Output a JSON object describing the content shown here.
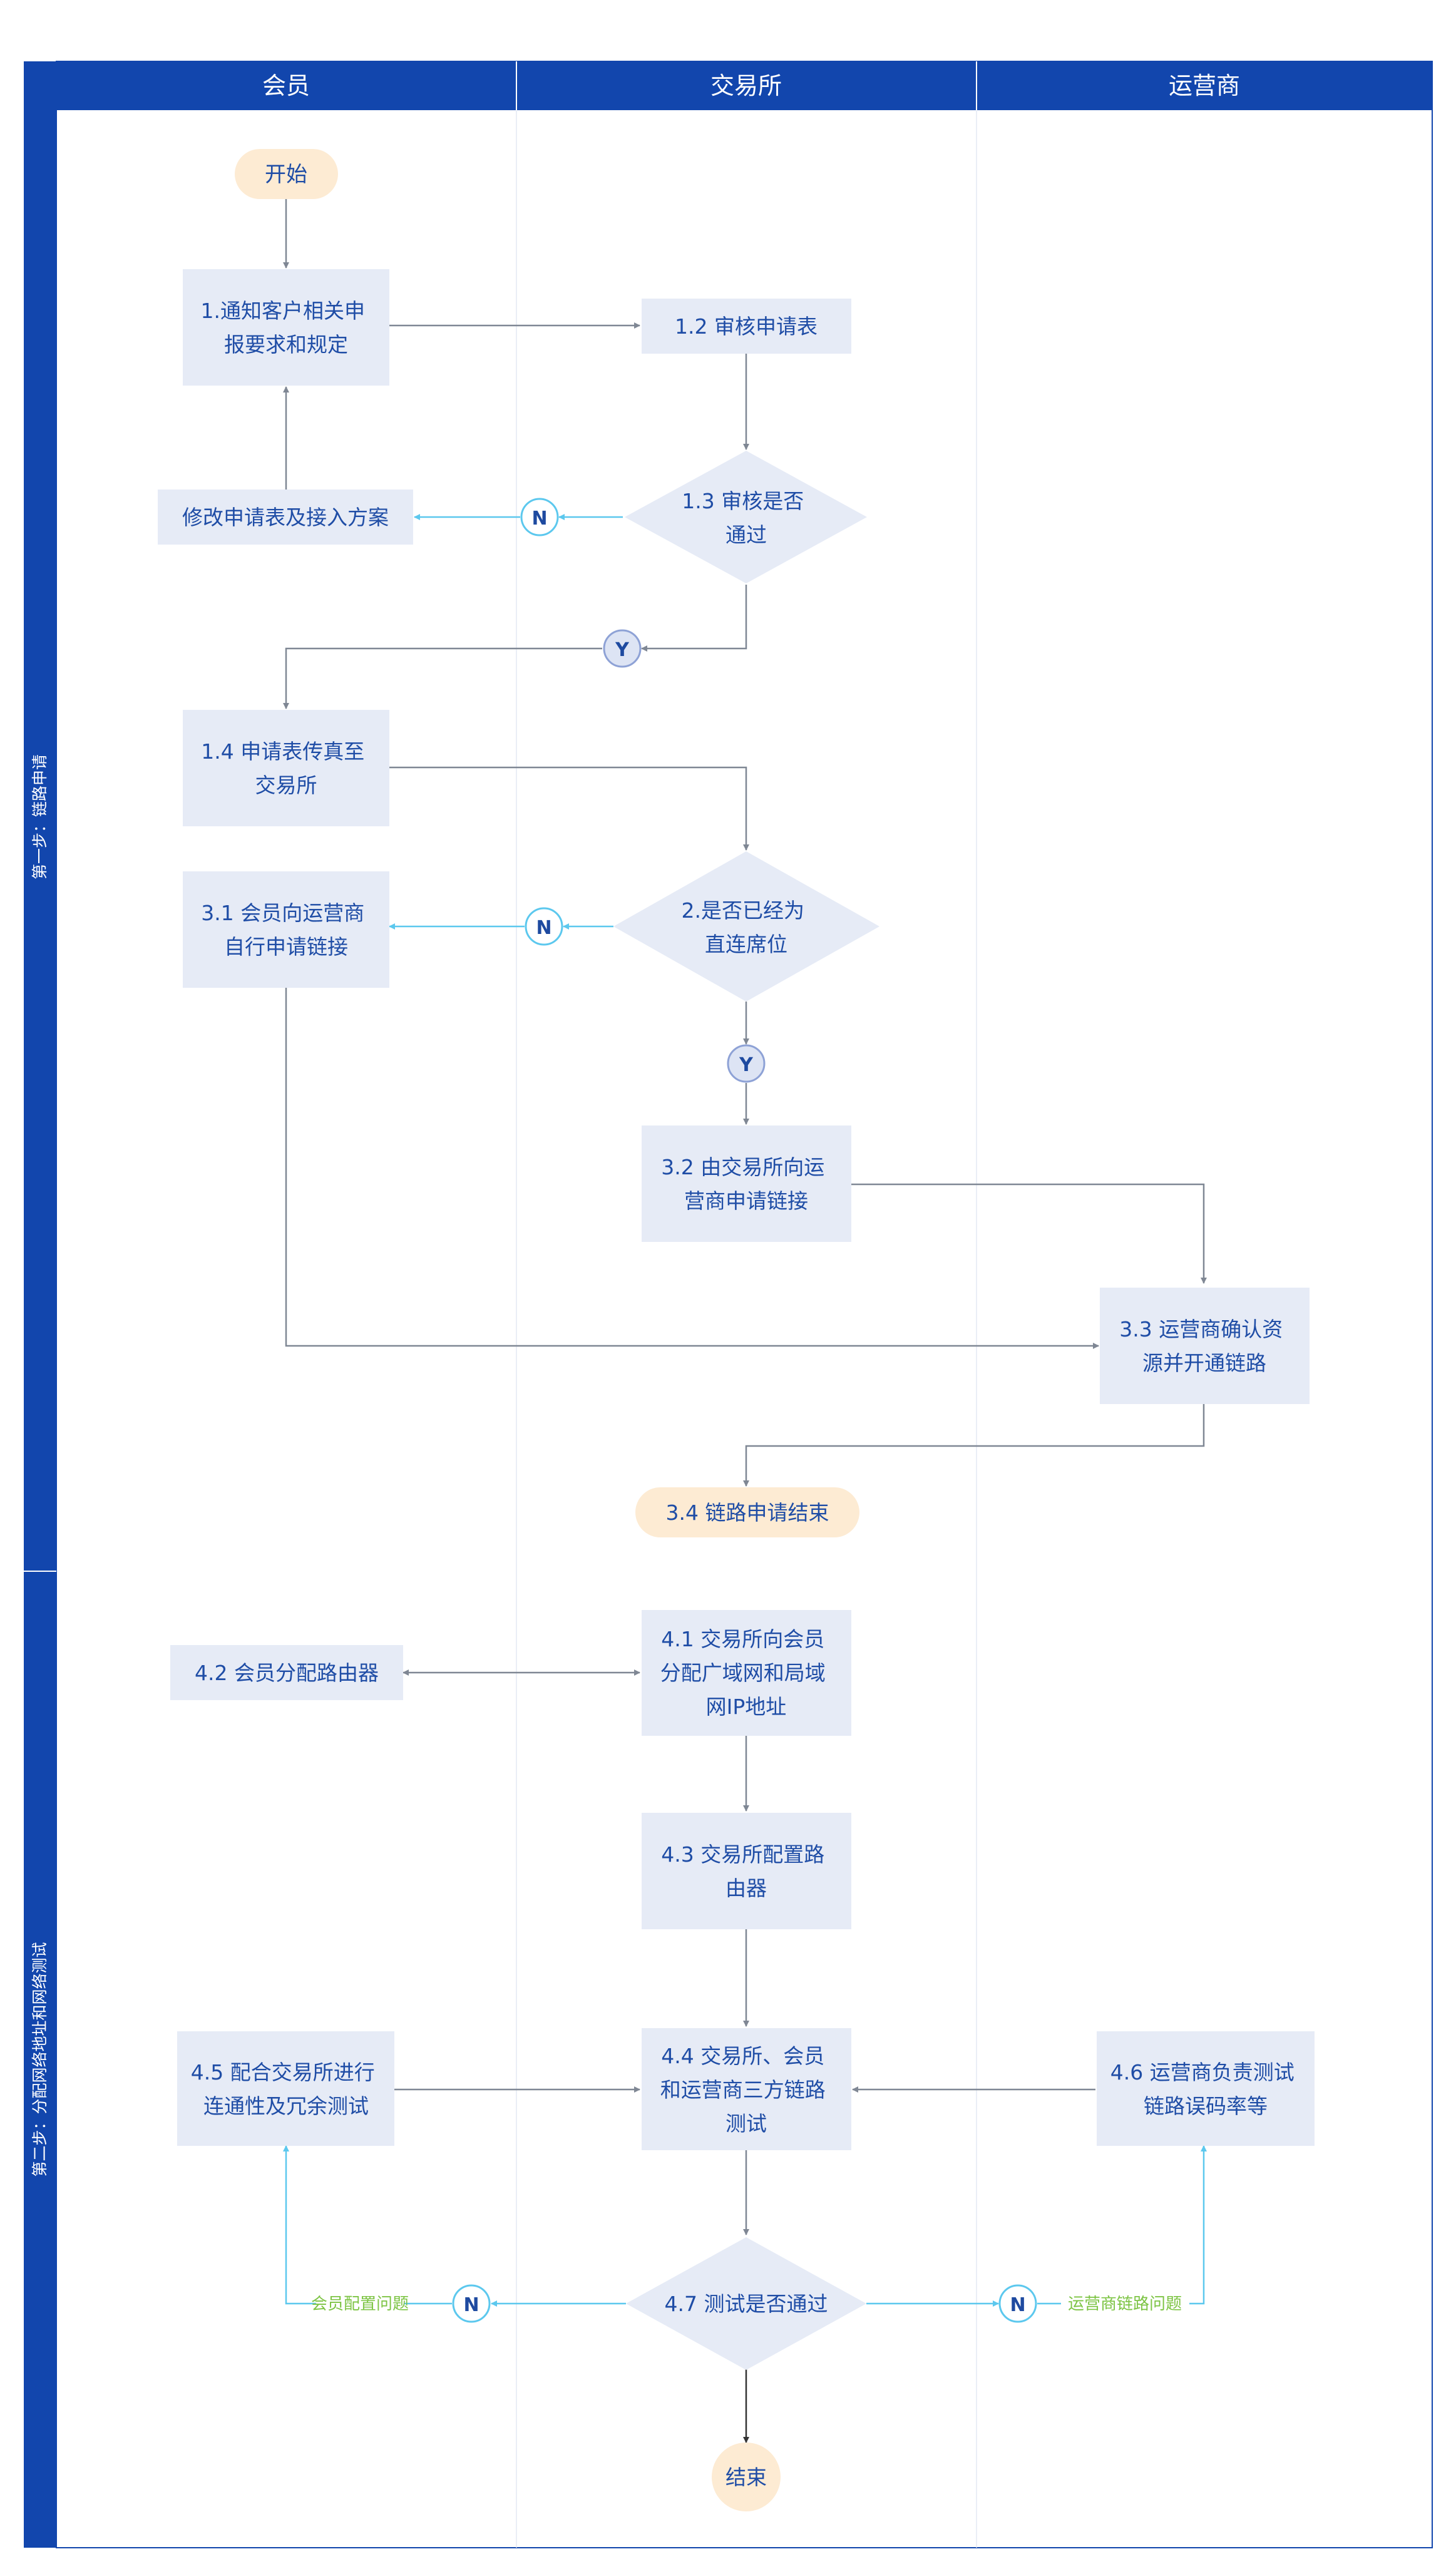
{
  "colors": {
    "header_bg": "#1246AD",
    "header_text": "#FFFFFF",
    "lane_border": "#1246AD",
    "divider": "#C9D1E6",
    "box_fill": "#E6EBF6",
    "box_text": "#1F4DA6",
    "terminal_fill": "#FDEBD3",
    "arrow_gray": "#7F8794",
    "arrow_cyan": "#5CC8EE",
    "badge_stroke": "#5CC8EE",
    "badge_text_n": "#1E4AA0",
    "y_badge_fill": "#DDE4F4",
    "y_badge_stroke": "#8EA2D6",
    "label_green": "#7DC444",
    "final_arrow": "#333333"
  },
  "lanes": {
    "headers": [
      "会员",
      "交易所",
      "运营商"
    ],
    "phases": [
      "第一步：链路申请",
      "第二步：分配网络地址和网络测试"
    ]
  },
  "nodes": {
    "start": "开始",
    "n1_1": [
      "1.通知客户相关申",
      "报要求和规定"
    ],
    "n1_2": [
      "1.2 审核申请表"
    ],
    "n1_3": [
      "1.3 审核是否",
      "通过"
    ],
    "modify": [
      "修改申请表及接入方案"
    ],
    "n1_4": [
      "1.4 申请表传真至",
      "交易所"
    ],
    "n2": [
      "2.是否已经为",
      "直连席位"
    ],
    "n3_1": [
      "3.1 会员向运营商",
      "自行申请链接"
    ],
    "n3_2": [
      "3.2 由交易所向运",
      "营商申请链接"
    ],
    "n3_3": [
      "3.3 运营商确认资",
      "源并开通链路"
    ],
    "n3_4": "3.4 链路申请结束",
    "n4_1": [
      "4.1 交易所向会员",
      "分配广域网和局域",
      "网IP地址"
    ],
    "n4_2": [
      "4.2 会员分配路由器"
    ],
    "n4_3": [
      "4.3 交易所配置路",
      "由器"
    ],
    "n4_4": [
      "4.4 交易所、会员",
      "和运营商三方链路",
      "测试"
    ],
    "n4_5": [
      "4.5 配合交易所进行",
      "连通性及冗余测试"
    ],
    "n4_6": [
      "4.6 运营商负责测试",
      "链路误码率等"
    ],
    "n4_7": [
      "4.7 测试是否通过"
    ],
    "end": "结束"
  },
  "badges": {
    "no": "N",
    "yes": "Y"
  },
  "edge_labels": {
    "member_config": "会员配置问题",
    "operator_link": "运营商链路问题"
  }
}
